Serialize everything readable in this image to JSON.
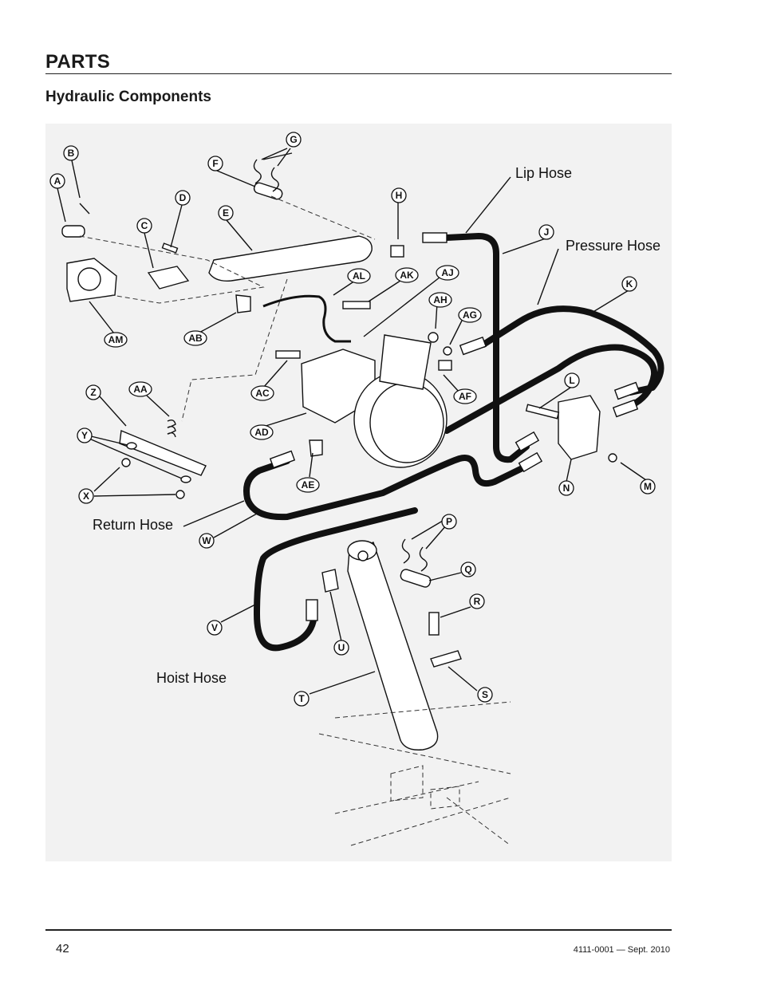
{
  "header": {
    "section_title": "PARTS",
    "subtitle": "Hydraulic Components"
  },
  "diagram": {
    "callouts": [
      "A",
      "B",
      "C",
      "D",
      "E",
      "F",
      "G",
      "H",
      "J",
      "K",
      "L",
      "M",
      "N",
      "P",
      "Q",
      "R",
      "S",
      "T",
      "U",
      "V",
      "W",
      "X",
      "Y",
      "Z",
      "AA",
      "AB",
      "AC",
      "AD",
      "AE",
      "AF",
      "AG",
      "AH",
      "AJ",
      "AK",
      "AL",
      "AM"
    ],
    "hose_labels": {
      "lip": "Lip Hose",
      "pressure": "Pressure Hose",
      "return": "Return Hose",
      "hoist": "Hoist Hose"
    }
  },
  "footer": {
    "page_number": "42",
    "doc_id": "4111-0001 — Sept. 2010"
  }
}
